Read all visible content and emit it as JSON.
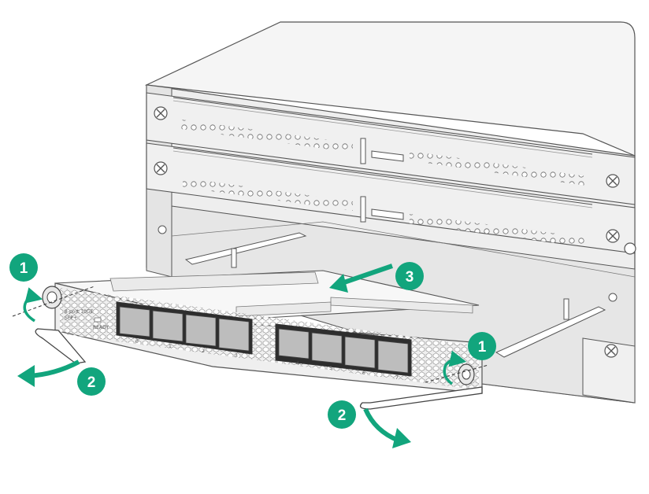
{
  "colors": {
    "callout": "#12a57d",
    "arrow": "#12a57d",
    "chassis_fill": "#f4f4f4",
    "chassis_dark": "#d9d9d9",
    "line": "#4a4a4a"
  },
  "callouts": [
    {
      "id": "c1-left",
      "label": "1"
    },
    {
      "id": "c1-right",
      "label": "1"
    },
    {
      "id": "c2-left",
      "label": "2"
    },
    {
      "id": "c2-right",
      "label": "2"
    },
    {
      "id": "c3",
      "label": "3"
    }
  ],
  "card": {
    "label_line1": "8-port 10GE",
    "label_line2": "SFP+",
    "ready_label": "READY",
    "port_numbers": [
      "0",
      "1",
      "2",
      "3",
      "4",
      "5",
      "6",
      "7"
    ]
  }
}
